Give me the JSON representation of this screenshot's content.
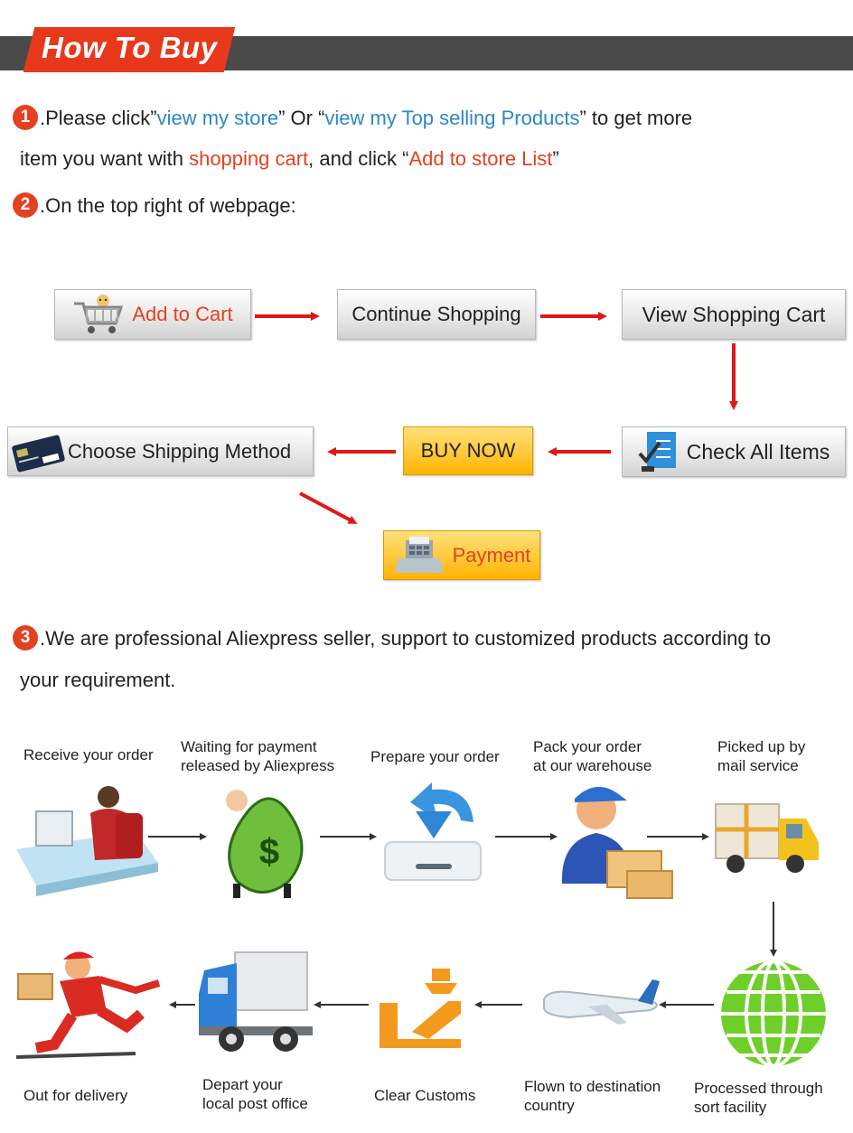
{
  "header": {
    "title": "How To Buy"
  },
  "step1": {
    "num": "1",
    "t1": ".Please click”",
    "link1": "view my store",
    "t2": "” Or “",
    "link2": "view my Top selling Products",
    "t3": "” to get more",
    "t4": "item you want with ",
    "link3": "shopping cart",
    "t5": ", and click “",
    "link4": "Add to store List",
    "t6": "”"
  },
  "step2": {
    "num": "2",
    "text": ".On the top right of webpage:"
  },
  "flow": {
    "add_to_cart": "Add to Cart",
    "continue_shopping": "Continue Shopping",
    "view_cart": "View Shopping Cart",
    "check_items": "Check All Items",
    "buy_now": "BUY NOW",
    "choose_shipping": "Choose Shipping Method",
    "payment": "Payment"
  },
  "step3": {
    "num": "3",
    "line1": ".We are professional Aliexpress seller, support to customized products according to",
    "line2": "your requirement."
  },
  "process": {
    "top": [
      {
        "l1": "Receive your order",
        "l2": ""
      },
      {
        "l1": "Waiting for payment",
        "l2": "released by Aliexpress"
      },
      {
        "l1": "Prepare your order",
        "l2": ""
      },
      {
        "l1": "Pack your order",
        "l2": "at our warehouse"
      },
      {
        "l1": "Picked up by",
        "l2": "mail service"
      }
    ],
    "bottom": [
      {
        "l1": "Out for delivery",
        "l2": ""
      },
      {
        "l1": "Depart your",
        "l2": "local post office"
      },
      {
        "l1": "Clear Customs",
        "l2": ""
      },
      {
        "l1": "Flown to destination",
        "l2": "country"
      },
      {
        "l1": "Processed through",
        "l2": "sort facility"
      }
    ],
    "money_symbol": "$"
  },
  "colors": {
    "accent_red": "#e4411f",
    "link_blue": "#2a87c8",
    "header_gray": "#4a4a4a",
    "button_orange": "#ffc93a"
  }
}
